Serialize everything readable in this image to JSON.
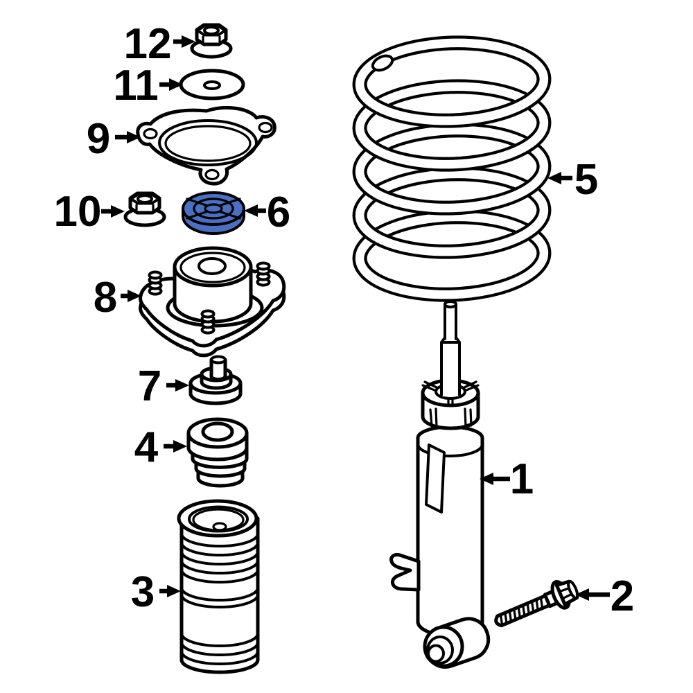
{
  "diagram": {
    "background_color": "#ffffff",
    "line_color": "#000000",
    "highlight_color": "#4a70c4",
    "callouts": {
      "c1": "1",
      "c2": "2",
      "c3": "3",
      "c4": "4",
      "c5": "5",
      "c6": "6",
      "c7": "7",
      "c8": "8",
      "c9": "9",
      "c10": "10",
      "c11": "11",
      "c12": "12"
    }
  }
}
